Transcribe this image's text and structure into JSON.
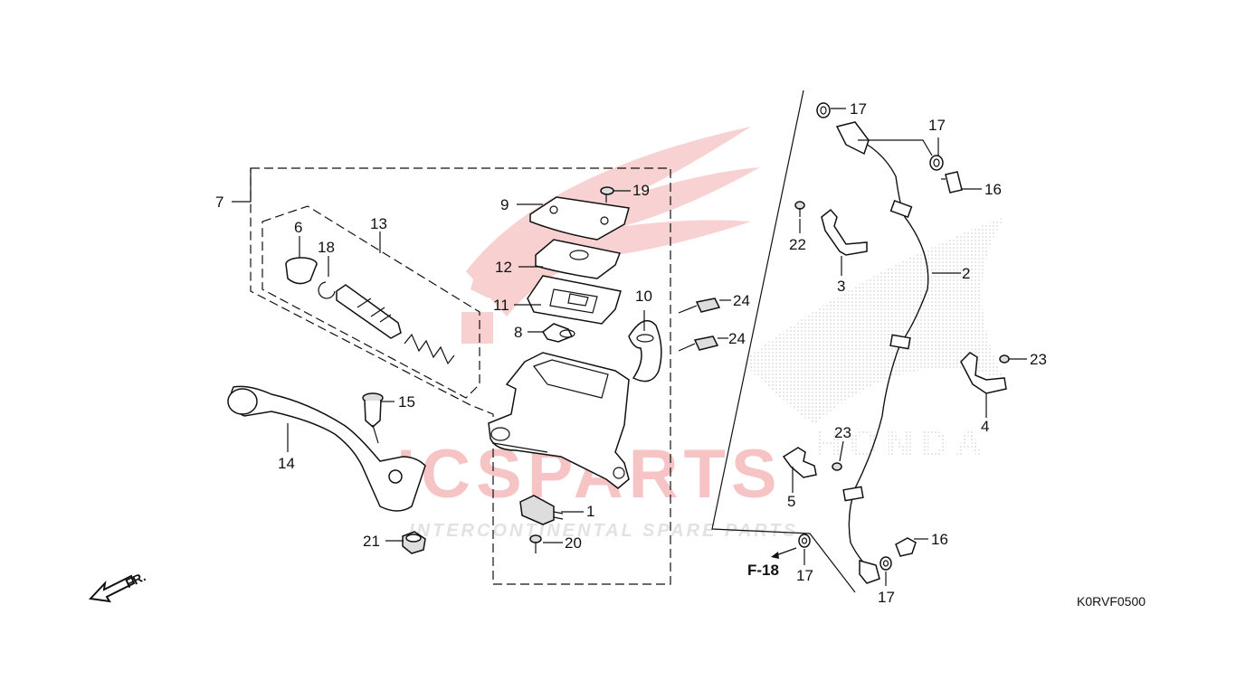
{
  "diagram": {
    "code": "K0RVF0500",
    "ref_page": "F-18",
    "direction": "FR.",
    "watermark": {
      "brand": "ICSPARTS",
      "tagline": "INTERCONTINENTAL SPARE PARTS",
      "maker": "HONDA"
    },
    "labels": {
      "p1": "1",
      "p2": "2",
      "p3": "3",
      "p4": "4",
      "p5": "5",
      "p6": "6",
      "p7": "7",
      "p8": "8",
      "p9": "9",
      "p10": "10",
      "p11": "11",
      "p12": "12",
      "p13": "13",
      "p14": "14",
      "p15": "15",
      "p16a": "16",
      "p16b": "16",
      "p17a": "17",
      "p17b": "17",
      "p17c": "17",
      "p17d": "17",
      "p18": "18",
      "p19": "19",
      "p20": "20",
      "p21": "21",
      "p22": "22",
      "p23a": "23",
      "p23b": "23",
      "p24a": "24",
      "p24b": "24"
    }
  },
  "colors": {
    "line": "#111111",
    "watermark_red": "#e03030",
    "watermark_gray": "#bbbbbb"
  }
}
